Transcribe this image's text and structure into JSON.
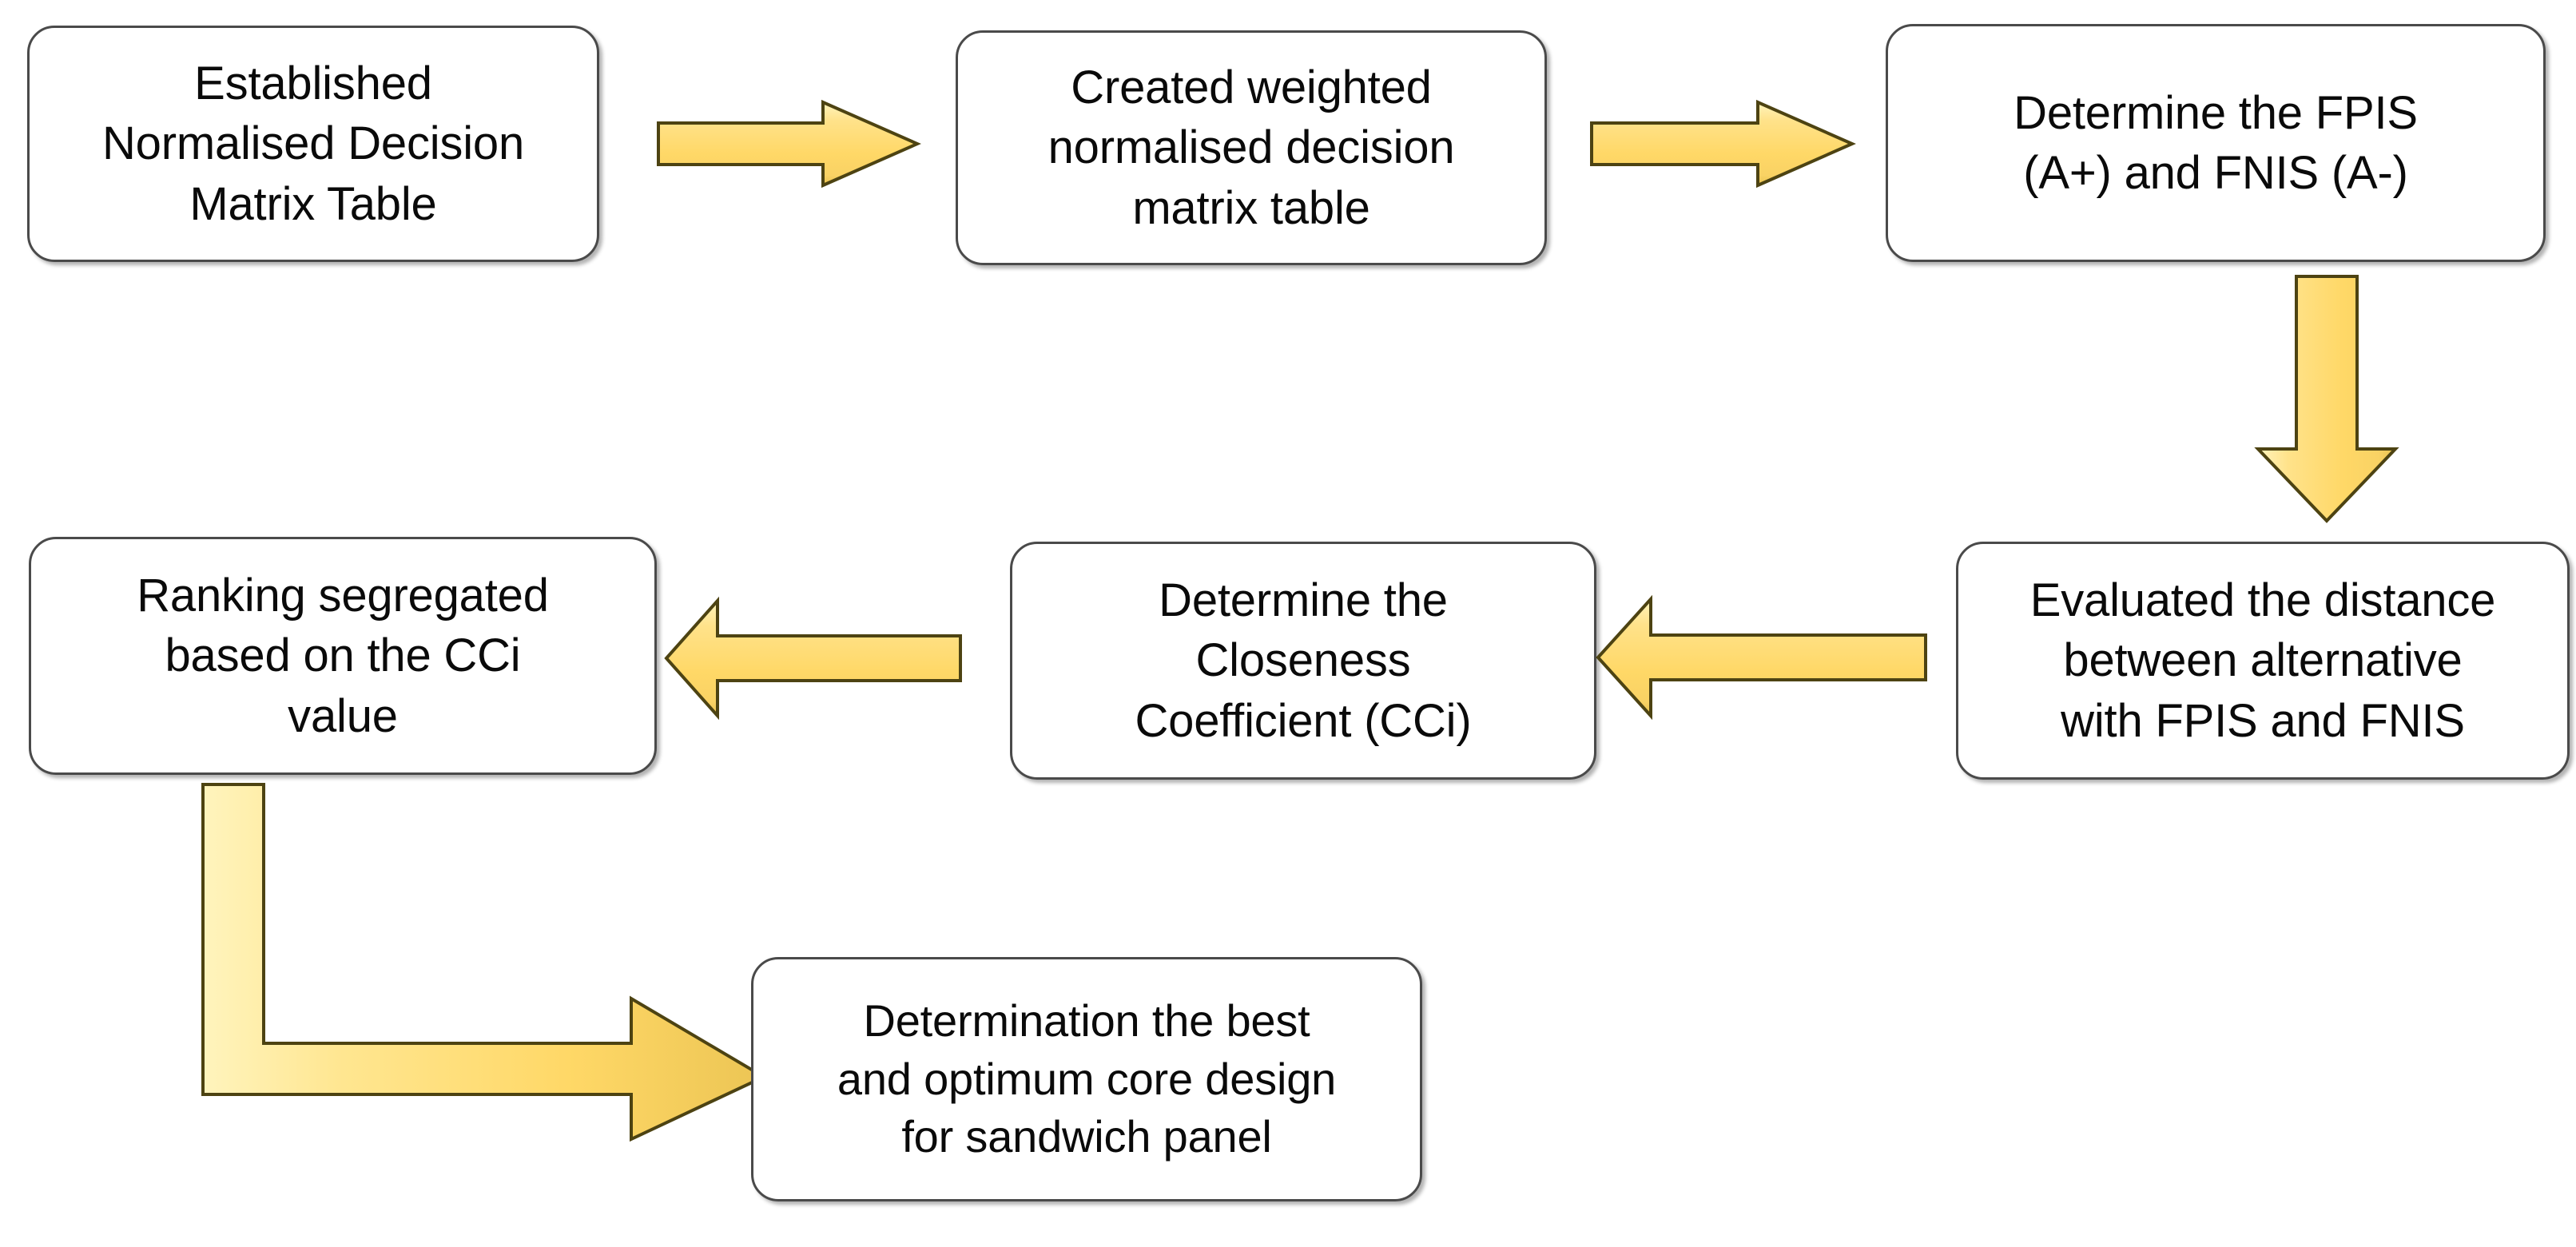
{
  "diagram": {
    "title": "Fuzzy TOPSIS decision process flowchart",
    "background_color": "#ffffff",
    "node_style": {
      "fill": "#ffffff",
      "border_color": "#4a4a4a",
      "text_color": "#0a0a0a"
    },
    "arrow_style": {
      "fill_light": "#fff2b0",
      "fill_main": "#ffd966",
      "fill_deep": "#f7cf5e",
      "border_color": "#5a4a12"
    },
    "nodes": [
      {
        "id": "node-1",
        "name": "established-normalised-decision-matrix-table",
        "text": "Established\nNormalised Decision\nMatrix Table"
      },
      {
        "id": "node-2",
        "name": "created-weighted-normalised-decision-matrix-table",
        "text": "Created weighted\nnormalised decision\nmatrix table"
      },
      {
        "id": "node-3",
        "name": "determine-fpis-fnis",
        "text": "Determine the FPIS\n(A+) and FNIS (A-)"
      },
      {
        "id": "node-4",
        "name": "evaluated-distance-alternative-fpis-fnis",
        "text": "Evaluated the distance\nbetween alternative\nwith FPIS and FNIS"
      },
      {
        "id": "node-5",
        "name": "determine-closeness-coefficient",
        "text": "Determine the\nCloseness\nCoefficient (CCi)"
      },
      {
        "id": "node-6",
        "name": "ranking-segregated-based-on-cci-value",
        "text": "Ranking segregated\nbased on the CCi\nvalue"
      },
      {
        "id": "node-7",
        "name": "determination-best-optimum-core-design",
        "text": "Determination the best\nand optimum core design\nfor sandwich panel"
      }
    ],
    "connectors": [
      {
        "id": "arrow-1",
        "name": "arrow-node1-to-node2",
        "direction": "right"
      },
      {
        "id": "arrow-2",
        "name": "arrow-node2-to-node3",
        "direction": "right"
      },
      {
        "id": "arrow-3",
        "name": "arrow-node3-to-node4",
        "direction": "down"
      },
      {
        "id": "arrow-4",
        "name": "arrow-node4-to-node5",
        "direction": "left"
      },
      {
        "id": "arrow-5",
        "name": "arrow-node5-to-node6",
        "direction": "left"
      },
      {
        "id": "arrow-6",
        "name": "arrow-node6-to-node7",
        "direction": "elbow-down-right"
      }
    ]
  }
}
